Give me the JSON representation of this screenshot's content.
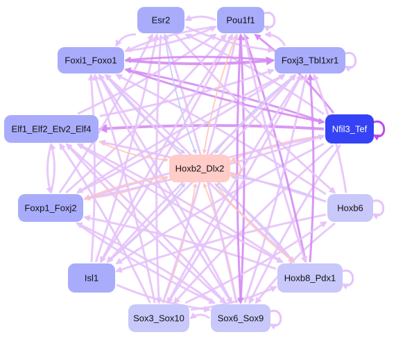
{
  "palette": {
    "node_light": "#c8c8fa",
    "node_mid": "#a8acfb",
    "node_dark": "#3542f5",
    "node_center": "#ffccc8",
    "edge_light": "#e6c2fa",
    "edge_mid": "#d58cf2",
    "edge_strong": "#c048ee",
    "edge_blue": "#c5caf7",
    "edge_peach": "#ffc6b8"
  },
  "nodes": [
    {
      "id": "esr2",
      "label": "Esr2",
      "fill": "#a8acfb",
      "text": "#111111"
    },
    {
      "id": "pou1f1",
      "label": "Pou1f1",
      "fill": "#a8acfb",
      "text": "#111111"
    },
    {
      "id": "foxi1_foxo1",
      "label": "Foxi1_Foxo1",
      "fill": "#a8acfb",
      "text": "#111111"
    },
    {
      "id": "foxj3_tbl1xr1",
      "label": "Foxj3_Tbl1xr1",
      "fill": "#a8acfb",
      "text": "#111111"
    },
    {
      "id": "elf",
      "label": "Elf1_Elf2_Etv2_Elf4",
      "fill": "#a8acfb",
      "text": "#111111"
    },
    {
      "id": "nfil3_tef",
      "label": "Nfil3_Tef",
      "fill": "#3542f5",
      "text": "#ffffff"
    },
    {
      "id": "hoxb2_dlx2",
      "label": "Hoxb2_Dlx2",
      "fill": "#ffccc8",
      "text": "#111111"
    },
    {
      "id": "foxp1_foxj2",
      "label": "Foxp1_Foxj2",
      "fill": "#a8acfb",
      "text": "#111111"
    },
    {
      "id": "hoxb6",
      "label": "Hoxb6",
      "fill": "#c8c8fa",
      "text": "#111111"
    },
    {
      "id": "isl1",
      "label": "Isl1",
      "fill": "#a8acfb",
      "text": "#111111"
    },
    {
      "id": "hoxb8_pdx1",
      "label": "Hoxb8_Pdx1",
      "fill": "#c8c8fa",
      "text": "#111111"
    },
    {
      "id": "sox3_sox10",
      "label": "Sox3_Sox10",
      "fill": "#c8c8fa",
      "text": "#111111"
    },
    {
      "id": "sox6_sox9",
      "label": "Sox6_Sox9",
      "fill": "#c8c8fa",
      "text": "#111111"
    }
  ],
  "edges": [
    {
      "from": "nfil3_tef",
      "to": "hoxb2_dlx2",
      "color": "edge_peach",
      "weight": 2
    },
    {
      "from": "nfil3_tef",
      "to": "elf",
      "color": "edge_mid",
      "weight": 4
    },
    {
      "from": "nfil3_tef",
      "to": "foxi1_foxo1",
      "color": "edge_mid",
      "weight": 3
    },
    {
      "from": "nfil3_tef",
      "to": "foxp1_foxj2",
      "color": "edge_light",
      "weight": 3
    },
    {
      "from": "nfil3_tef",
      "to": "isl1",
      "color": "edge_light",
      "weight": 3
    },
    {
      "from": "nfil3_tef",
      "to": "sox3_sox10",
      "color": "edge_light",
      "weight": 3
    },
    {
      "from": "nfil3_tef",
      "to": "sox6_sox9",
      "color": "edge_light",
      "weight": 3
    },
    {
      "from": "nfil3_tef",
      "to": "esr2",
      "color": "edge_light",
      "weight": 3
    },
    {
      "from": "nfil3_tef",
      "to": "pou1f1",
      "color": "edge_mid",
      "weight": 3
    },
    {
      "from": "hoxb6",
      "to": "hoxb2_dlx2",
      "color": "edge_blue",
      "weight": 2
    },
    {
      "from": "hoxb6",
      "to": "foxj3_tbl1xr1",
      "color": "edge_light",
      "weight": 3
    },
    {
      "from": "hoxb6",
      "to": "foxi1_foxo1",
      "color": "edge_light",
      "weight": 3
    },
    {
      "from": "hoxb6",
      "to": "elf",
      "color": "edge_light",
      "weight": 3
    },
    {
      "from": "hoxb6",
      "to": "sox6_sox9",
      "color": "edge_light",
      "weight": 3
    },
    {
      "from": "hoxb6",
      "to": "isl1",
      "color": "edge_light",
      "weight": 3
    },
    {
      "from": "hoxb8_pdx1",
      "to": "hoxb2_dlx2",
      "color": "edge_blue",
      "weight": 2
    },
    {
      "from": "hoxb8_pdx1",
      "to": "foxj3_tbl1xr1",
      "color": "edge_mid",
      "weight": 3
    },
    {
      "from": "hoxb8_pdx1",
      "to": "elf",
      "color": "edge_light",
      "weight": 3
    },
    {
      "from": "hoxb8_pdx1",
      "to": "foxi1_foxo1",
      "color": "edge_light",
      "weight": 3
    },
    {
      "from": "hoxb8_pdx1",
      "to": "foxp1_foxj2",
      "color": "edge_light",
      "weight": 3
    },
    {
      "from": "hoxb8_pdx1",
      "to": "pou1f1",
      "color": "edge_mid",
      "weight": 3
    },
    {
      "from": "sox6_sox9",
      "to": "hoxb2_dlx2",
      "color": "edge_peach",
      "weight": 2
    },
    {
      "from": "sox6_sox9",
      "to": "foxi1_foxo1",
      "color": "edge_light",
      "weight": 3
    },
    {
      "from": "sox6_sox9",
      "to": "foxj3_tbl1xr1",
      "color": "edge_light",
      "weight": 3
    },
    {
      "from": "sox6_sox9",
      "to": "elf",
      "color": "edge_light",
      "weight": 3
    },
    {
      "from": "sox6_sox9",
      "to": "foxp1_foxj2",
      "color": "edge_light",
      "weight": 3
    },
    {
      "from": "sox6_sox9",
      "to": "esr2",
      "color": "edge_light",
      "weight": 3
    },
    {
      "from": "sox6_sox9",
      "to": "pou1f1",
      "color": "edge_mid",
      "weight": 3
    },
    {
      "from": "sox6_sox9",
      "to": "sox3_sox10",
      "color": "edge_light",
      "weight": 3
    },
    {
      "from": "sox3_sox10",
      "to": "hoxb2_dlx2",
      "color": "edge_peach",
      "weight": 2
    },
    {
      "from": "sox3_sox10",
      "to": "foxj3_tbl1xr1",
      "color": "edge_light",
      "weight": 3
    },
    {
      "from": "sox3_sox10",
      "to": "foxi1_foxo1",
      "color": "edge_light",
      "weight": 3
    },
    {
      "from": "sox3_sox10",
      "to": "elf",
      "color": "edge_light",
      "weight": 3
    },
    {
      "from": "sox3_sox10",
      "to": "pou1f1",
      "color": "edge_light",
      "weight": 3
    },
    {
      "from": "sox3_sox10",
      "to": "hoxb8_pdx1",
      "color": "edge_light",
      "weight": 3
    },
    {
      "from": "sox3_sox10",
      "to": "hoxb6",
      "color": "edge_light",
      "weight": 3
    },
    {
      "from": "isl1",
      "to": "hoxb2_dlx2",
      "color": "edge_blue",
      "weight": 2
    },
    {
      "from": "isl1",
      "to": "foxj3_tbl1xr1",
      "color": "edge_light",
      "weight": 3
    },
    {
      "from": "isl1",
      "to": "esr2",
      "color": "edge_light",
      "weight": 3
    },
    {
      "from": "isl1",
      "to": "pou1f1",
      "color": "edge_light",
      "weight": 3
    },
    {
      "from": "isl1",
      "to": "foxi1_foxo1",
      "color": "edge_light",
      "weight": 3
    },
    {
      "from": "isl1",
      "to": "sox6_sox9",
      "color": "edge_light",
      "weight": 3
    },
    {
      "from": "foxp1_foxj2",
      "to": "hoxb2_dlx2",
      "color": "edge_peach",
      "weight": 2
    },
    {
      "from": "foxp1_foxj2",
      "to": "foxj3_tbl1xr1",
      "color": "edge_light",
      "weight": 3
    },
    {
      "from": "foxp1_foxj2",
      "to": "pou1f1",
      "color": "edge_light",
      "weight": 3
    },
    {
      "from": "foxp1_foxj2",
      "to": "esr2",
      "color": "edge_light",
      "weight": 3
    },
    {
      "from": "foxp1_foxj2",
      "to": "nfil3_tef",
      "color": "edge_light",
      "weight": 3
    },
    {
      "from": "foxp1_foxj2",
      "to": "elf",
      "color": "edge_light",
      "weight": 3
    },
    {
      "from": "foxp1_foxj2",
      "to": "sox6_sox9",
      "color": "edge_light",
      "weight": 3
    },
    {
      "from": "elf",
      "to": "hoxb2_dlx2",
      "color": "edge_peach",
      "weight": 2
    },
    {
      "from": "elf",
      "to": "foxj3_tbl1xr1",
      "color": "edge_light",
      "weight": 3
    },
    {
      "from": "elf",
      "to": "pou1f1",
      "color": "edge_light",
      "weight": 3
    },
    {
      "from": "elf",
      "to": "hoxb8_pdx1",
      "color": "edge_light",
      "weight": 3
    },
    {
      "from": "elf",
      "to": "sox6_sox9",
      "color": "edge_light",
      "weight": 3
    },
    {
      "from": "elf",
      "to": "foxp1_foxj2",
      "color": "edge_light",
      "weight": 3
    },
    {
      "from": "foxi1_foxo1",
      "to": "hoxb2_dlx2",
      "color": "edge_blue",
      "weight": 2
    },
    {
      "from": "foxi1_foxo1",
      "to": "foxj3_tbl1xr1",
      "color": "edge_mid",
      "weight": 4
    },
    {
      "from": "foxi1_foxo1",
      "to": "pou1f1",
      "color": "edge_light",
      "weight": 3
    },
    {
      "from": "foxi1_foxo1",
      "to": "sox6_sox9",
      "color": "edge_light",
      "weight": 3
    },
    {
      "from": "foxi1_foxo1",
      "to": "hoxb8_pdx1",
      "color": "edge_light",
      "weight": 3
    },
    {
      "from": "foxi1_foxo1",
      "to": "nfil3_tef",
      "color": "edge_mid",
      "weight": 3
    },
    {
      "from": "esr2",
      "to": "hoxb2_dlx2",
      "color": "edge_blue",
      "weight": 2
    },
    {
      "from": "esr2",
      "to": "foxj3_tbl1xr1",
      "color": "edge_light",
      "weight": 3
    },
    {
      "from": "esr2",
      "to": "foxi1_foxo1",
      "color": "edge_light",
      "weight": 3
    },
    {
      "from": "esr2",
      "to": "hoxb6",
      "color": "edge_light",
      "weight": 3
    },
    {
      "from": "esr2",
      "to": "sox3_sox10",
      "color": "edge_light",
      "weight": 3
    },
    {
      "from": "pou1f1",
      "to": "hoxb2_dlx2",
      "color": "edge_peach",
      "weight": 2
    },
    {
      "from": "pou1f1",
      "to": "foxi1_foxo1",
      "color": "edge_light",
      "weight": 3
    },
    {
      "from": "pou1f1",
      "to": "esr2",
      "color": "edge_light",
      "weight": 3
    },
    {
      "from": "pou1f1",
      "to": "isl1",
      "color": "edge_light",
      "weight": 3
    },
    {
      "from": "pou1f1",
      "to": "sox6_sox9",
      "color": "edge_mid",
      "weight": 3
    },
    {
      "from": "pou1f1",
      "to": "hoxb8_pdx1",
      "color": "edge_light",
      "weight": 3
    },
    {
      "from": "foxj3_tbl1xr1",
      "to": "hoxb2_dlx2",
      "color": "edge_blue",
      "weight": 2
    },
    {
      "from": "foxj3_tbl1xr1",
      "to": "pou1f1",
      "color": "edge_light",
      "weight": 3
    },
    {
      "from": "foxj3_tbl1xr1",
      "to": "foxi1_foxo1",
      "color": "edge_mid",
      "weight": 3
    },
    {
      "from": "foxj3_tbl1xr1",
      "to": "sox3_sox10",
      "color": "edge_light",
      "weight": 3
    },
    {
      "from": "foxj3_tbl1xr1",
      "to": "isl1",
      "color": "edge_light",
      "weight": 3
    },
    {
      "from": "foxj3_tbl1xr1",
      "to": "foxp1_foxj2",
      "color": "edge_light",
      "weight": 3
    },
    {
      "from": "hoxb2_dlx2",
      "to": "hoxb8_pdx1",
      "color": "edge_peach",
      "weight": 2
    },
    {
      "from": "hoxb2_dlx2",
      "to": "foxp1_foxj2",
      "color": "edge_peach",
      "weight": 2
    }
  ],
  "self_loops": [
    {
      "node": "pou1f1",
      "color": "edge_light",
      "weight": 3
    },
    {
      "node": "foxj3_tbl1xr1",
      "color": "edge_light",
      "weight": 3
    },
    {
      "node": "nfil3_tef",
      "color": "edge_strong",
      "weight": 3
    },
    {
      "node": "hoxb2_dlx2",
      "color": "edge_peach",
      "weight": 2
    },
    {
      "node": "hoxb6",
      "color": "edge_light",
      "weight": 3
    },
    {
      "node": "hoxb8_pdx1",
      "color": "edge_light",
      "weight": 3
    },
    {
      "node": "sox6_sox9",
      "color": "edge_light",
      "weight": 3
    }
  ]
}
